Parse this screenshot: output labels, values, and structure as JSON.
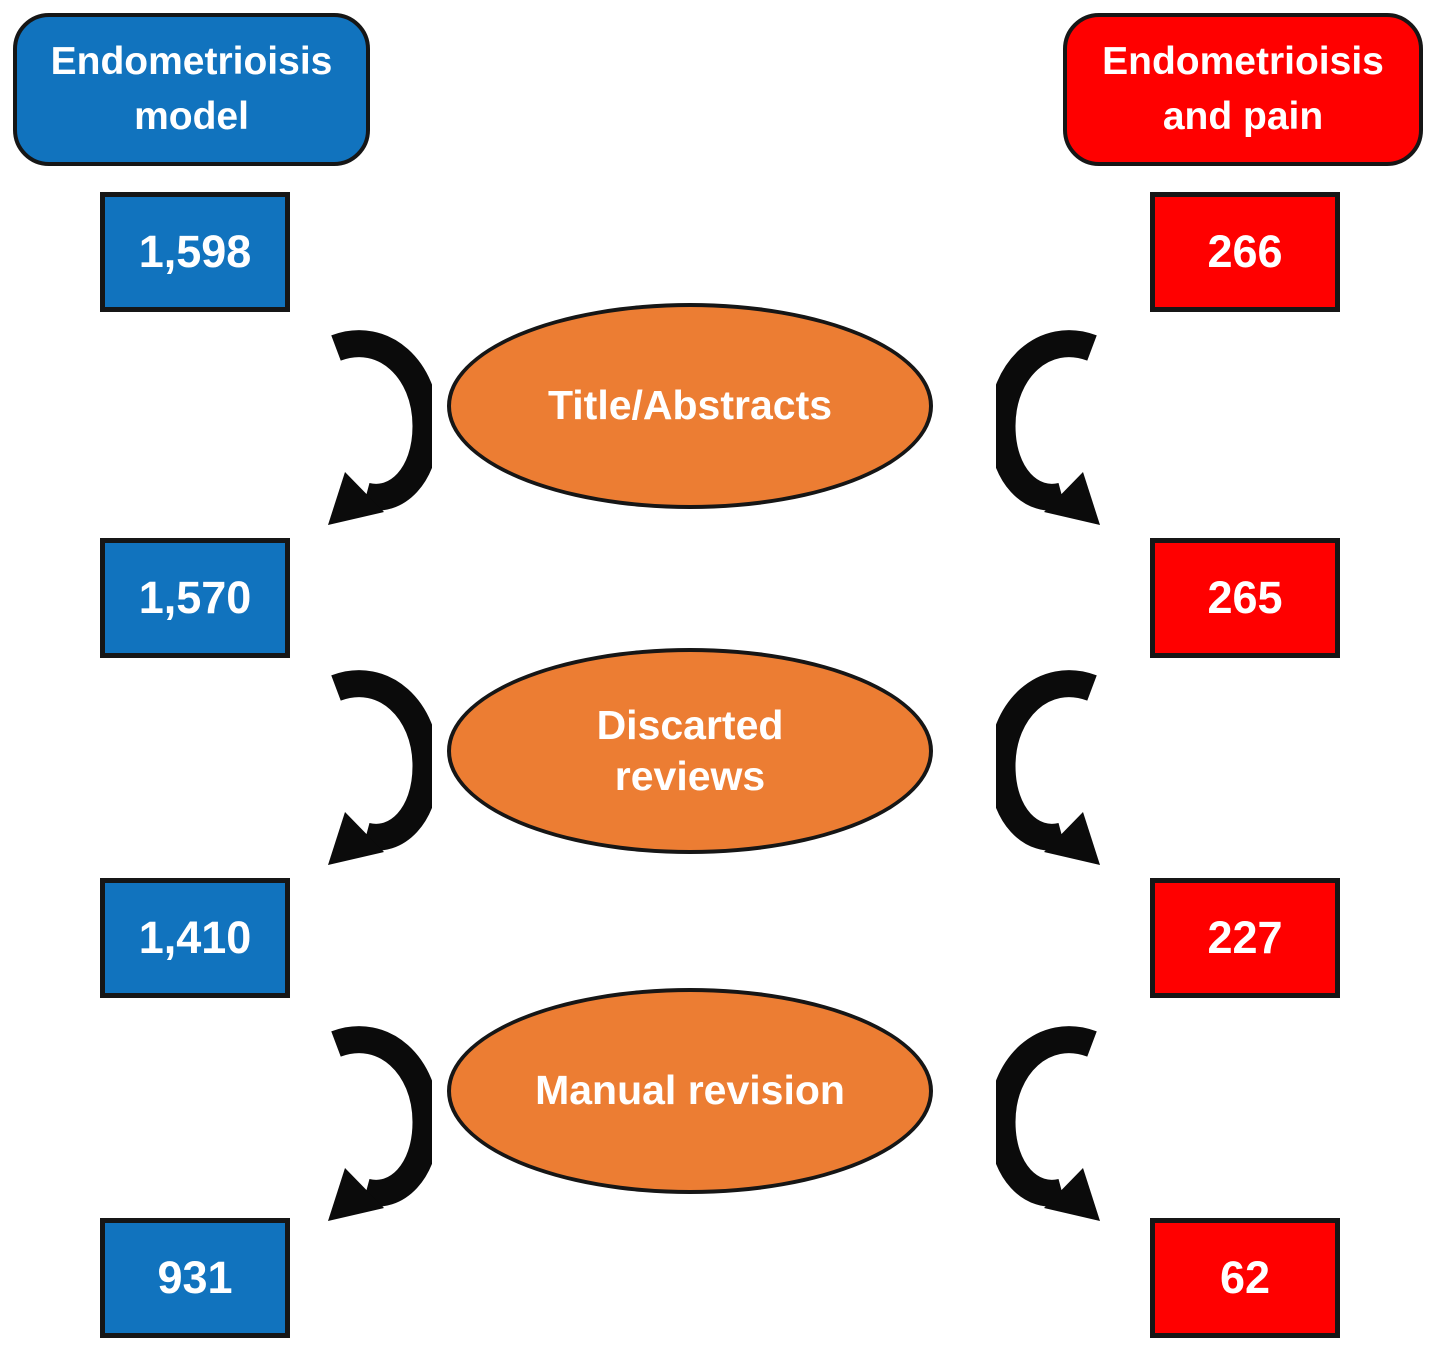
{
  "diagram": {
    "left_column": {
      "header": "Endometrioisis model",
      "color": "#1173BE",
      "values": [
        "1,598",
        "1,570",
        "1,410",
        "931"
      ]
    },
    "right_column": {
      "header": "Endometrioisis and pain",
      "color": "#FF0000",
      "values": [
        "266",
        "265",
        "227",
        "62"
      ]
    },
    "stages": [
      "Title/Abstracts",
      "Discarted reviews",
      "Manual revision"
    ],
    "stage_color": "#EC7D33",
    "arrow_color": "#0B0B0B",
    "border_color": "#161616",
    "text_color": "#FFFFFF"
  }
}
